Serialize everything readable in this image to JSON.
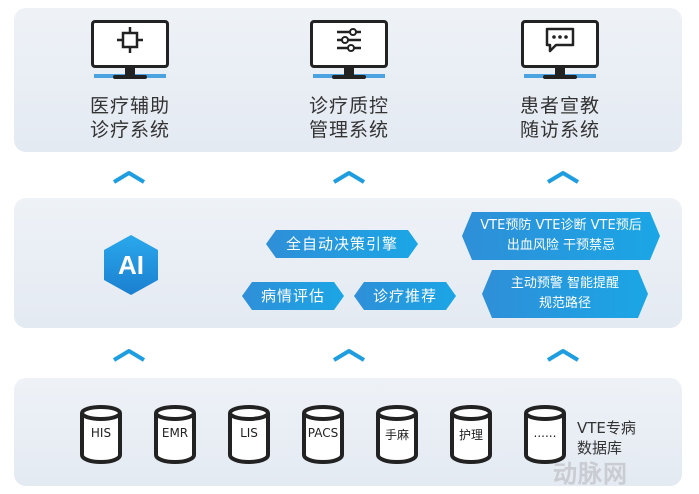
{
  "systems": [
    {
      "line1": "医疗辅助",
      "line2": "诊疗系统",
      "icon": "target-icon"
    },
    {
      "line1": "诊疗质控",
      "line2": "管理系统",
      "icon": "sliders-icon"
    },
    {
      "line1": "患者宣教",
      "line2": "随访系统",
      "icon": "chat-icon"
    }
  ],
  "ai": {
    "label": "AI"
  },
  "tags": {
    "decision": "全自动决策引擎",
    "evaluation": "病情评估",
    "recommend": "诊疗推荐",
    "vte_line1": "VTE预防  VTE诊断  VTE预后",
    "vte_line2": "出血风险  干预禁忌",
    "warn_line1": "主动预警 智能提醒",
    "warn_line2": "规范路径"
  },
  "databases": [
    "HIS",
    "EMR",
    "LIS",
    "PACS",
    "手麻",
    "护理",
    "......"
  ],
  "db_title": {
    "line1": "VTE专病",
    "line2": "数据库"
  },
  "watermark": "动脉网",
  "colors": {
    "accent": "#2f8fd8",
    "panel": "#e8edf4",
    "chevron": "#1e9de0"
  }
}
